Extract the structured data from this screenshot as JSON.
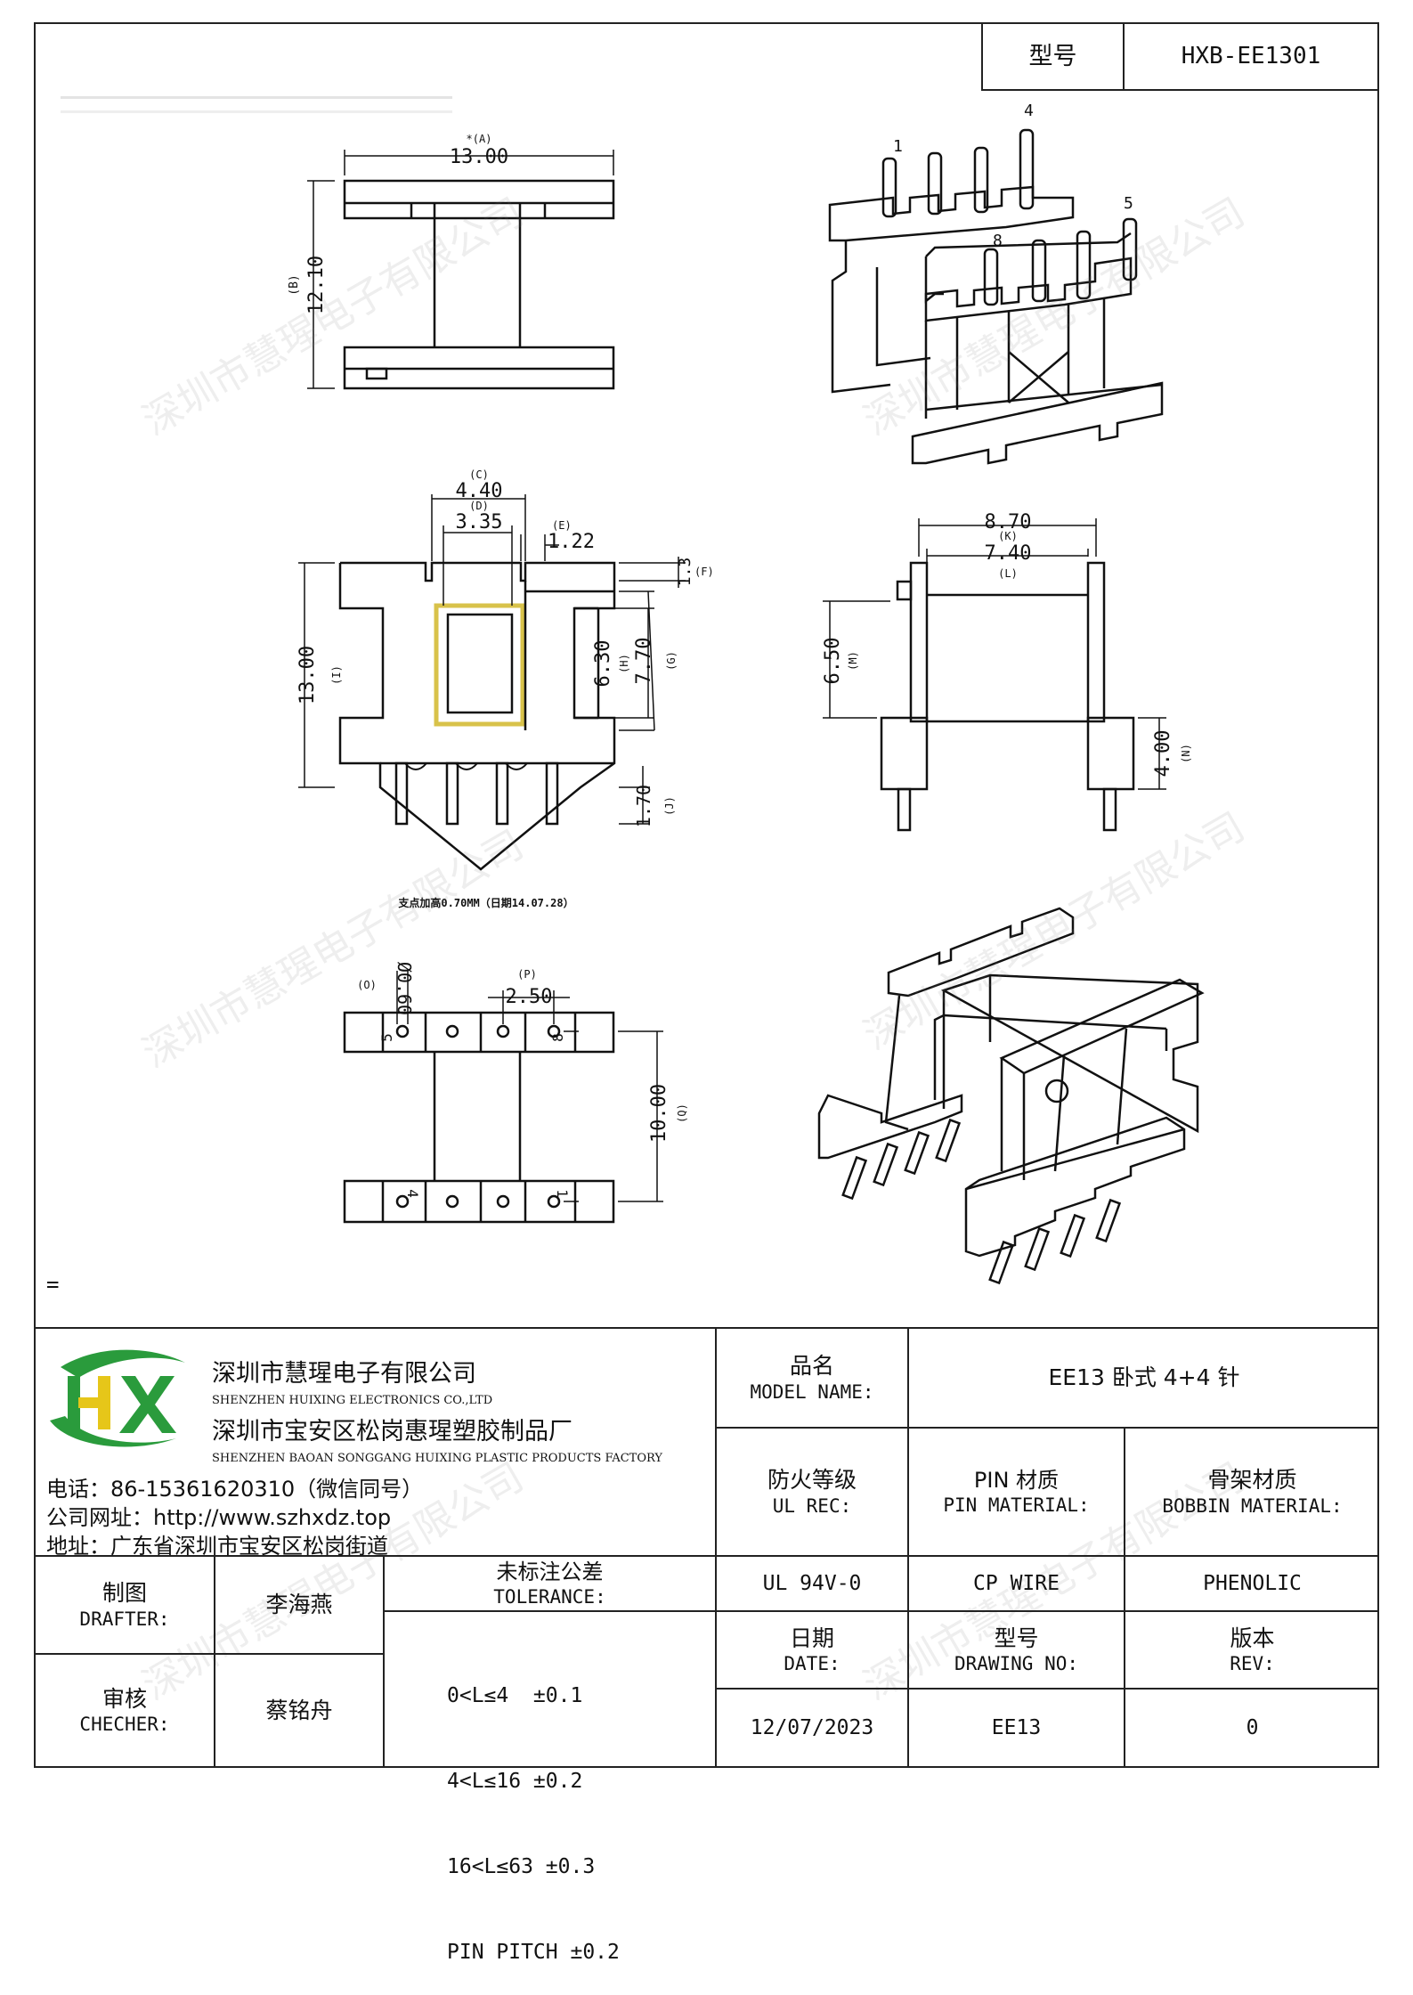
{
  "title_block": {
    "model_label": "型号",
    "model_value": "HXB-EE1301"
  },
  "views": {
    "top": {
      "dim_a": "13.00",
      "tag_a": "*(A)",
      "dim_b": "12.10",
      "tag_b": "(B)"
    },
    "front": {
      "dim_c": "4.40",
      "tag_c": "(C)",
      "dim_d": "3.35",
      "tag_d": "(D)",
      "dim_e": "1.22",
      "tag_e": "(E)",
      "dim_f": "1.3",
      "tag_f": "(F)",
      "dim_g": "7.70",
      "tag_g": "(G)",
      "dim_h": "6.30",
      "tag_h": "(H)",
      "dim_i": "13.00",
      "tag_i": "(I)",
      "dim_j": "1.70",
      "tag_j": "(J)",
      "note": "支点加高0.70MM（日期14.07.28）"
    },
    "side": {
      "dim_k": "8.70",
      "tag_k": "(K)",
      "dim_l": "7.40",
      "tag_l": "(L)",
      "dim_m": "6.50",
      "tag_m": "(M)",
      "dim_n": "4.00",
      "tag_n": "(N)"
    },
    "bottom": {
      "dim_o": "Ø0.60",
      "tag_o": "(O)",
      "dim_p": "2.50",
      "tag_p": "(P)",
      "dim_q": "10.00",
      "tag_q": "(Q)",
      "pin_5": "5",
      "pin_8": "8",
      "pin_4": "4",
      "pin_1": "1"
    },
    "iso_top": {
      "pin_1": "1",
      "pin_4": "4",
      "pin_5": "5",
      "pin_8": "8"
    },
    "equals_mark": "="
  },
  "watermark": "深圳市慧瑆电子有限公司",
  "company": {
    "name_cn": "深圳市慧瑆电子有限公司",
    "name_en": "SHENZHEN HUIXING ELECTRONICS CO.,LTD",
    "factory_cn": "深圳市宝安区松岗惠瑆塑胶制品厂",
    "factory_en": "SHENZHEN BAOAN SONGGANG HUIXING PLASTIC PRODUCTS FACTORY",
    "phone": "电话：86-15361620310（微信同号）",
    "website": "公司网址：http://www.szhxdz.top",
    "address": "地址：广东省深圳市宝安区松岗街道",
    "logo_colors": {
      "green": "#2a9b3c",
      "yellow": "#e6c619"
    }
  },
  "table": {
    "model_name_cn": "品名",
    "model_name_en": "MODEL NAME:",
    "model_name_value": "EE13 卧式 4+4 针",
    "fire_cn": "防火等级",
    "fire_en": "UL REC:",
    "pin_mat_cn": "PIN 材质",
    "pin_mat_en": "PIN MATERIAL:",
    "bobbin_mat_cn": "骨架材质",
    "bobbin_mat_en": "BOBBIN MATERIAL:",
    "fire_value": "UL 94V-0",
    "pin_mat_value": "CP WIRE",
    "bobbin_mat_value": "PHENOLIC",
    "date_cn": "日期",
    "date_en": "DATE:",
    "drawing_no_cn": "型号",
    "drawing_no_en": "DRAWING NO:",
    "rev_cn": "版本",
    "rev_en": "REV:",
    "date_value": "12/07/2023",
    "drawing_no_value": "EE13",
    "rev_value": "0",
    "drafter_cn": "制图",
    "drafter_en": "DRAFTER:",
    "drafter_value": "李海燕",
    "checker_cn": "审核",
    "checker_en": "CHECHER:",
    "checker_value": "蔡铭舟",
    "tolerance_cn": "未标注公差",
    "tolerance_en": "TOLERANCE:",
    "tolerance_lines": [
      "0<L≤4  ±0.1",
      "4<L≤16 ±0.2",
      "16<L≤63 ±0.3",
      "PIN PITCH ±0.2"
    ]
  }
}
